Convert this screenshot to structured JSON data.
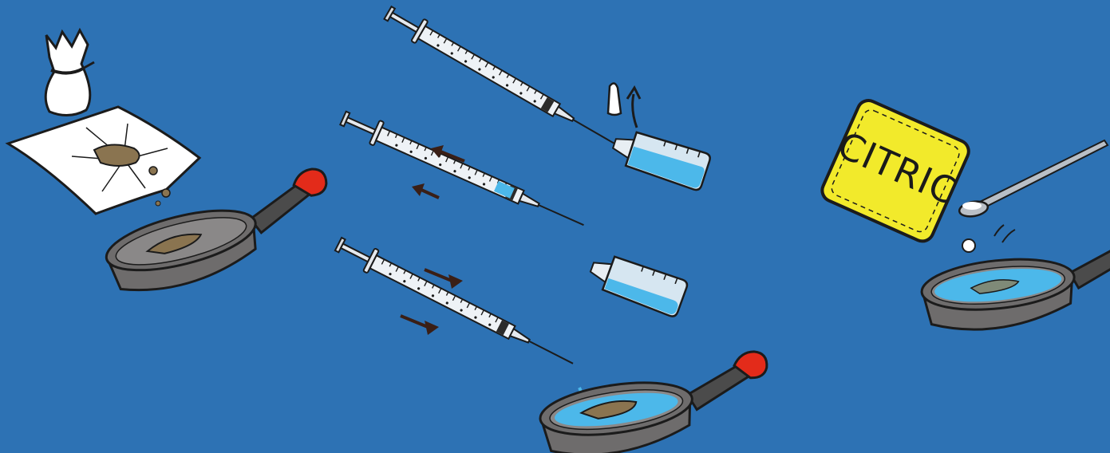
{
  "scene": {
    "background": "#2d72b4",
    "colors": {
      "pan_body": "#6e6c6c",
      "pan_handle": "#4a4a4a",
      "handle_tip": "#e32b1a",
      "water": "#4cb8ea",
      "drug_powder": "#8a7450",
      "wrapper": "#ffffff",
      "citric_box": "#f2ea2b",
      "syringe_barrel": "#e8edf2",
      "arrow": "#3a1f16"
    },
    "steps": [
      {
        "id": "empty-bag-into-pan",
        "icons": [
          "tied-bag-icon",
          "open-wrapper-icon",
          "frying-pan-icon"
        ]
      },
      {
        "id": "draw-water-remove-cap",
        "icons": [
          "syringe-icon",
          "needle-cap-icon",
          "water-bottle-icon",
          "up-arrow-icon"
        ]
      },
      {
        "id": "water-into-pan",
        "icons": [
          "syringe-icon",
          "water-bottle-icon",
          "left-arrow-icon",
          "right-arrow-icon",
          "frying-pan-icon"
        ]
      },
      {
        "id": "add-citric-acid",
        "icons": [
          "citric-box-icon",
          "spoon-icon",
          "frying-pan-icon"
        ]
      }
    ],
    "citric_label": "CITRIC"
  }
}
